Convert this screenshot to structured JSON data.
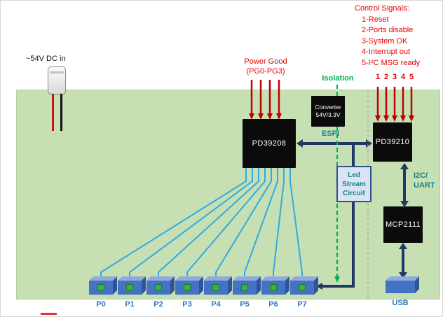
{
  "header": {
    "control_signals_title": "Control Signals:",
    "control_signals": [
      "1-Reset",
      "2-Ports disable",
      "3-System OK",
      "4-Interrupt out",
      "5-I²C MSG ready"
    ],
    "pin_numbers": [
      "1",
      "2",
      "3",
      "4",
      "5"
    ]
  },
  "labels": {
    "dc_in": "~54V DC in",
    "power_good_1": "Power Good",
    "power_good_2": "(PG0-PG3)",
    "isolation": "Isolation",
    "espi": "ESPI",
    "i2c_1": "I2C/",
    "i2c_2": "UART",
    "usb": "USB"
  },
  "blocks": {
    "pd39208": "PD39208",
    "pd39210": "PD39210",
    "mcp2111": "MCP2111",
    "converter_1": "Converter",
    "converter_2": "54V/3.3V",
    "led_1": "Led",
    "led_2": "Stream",
    "led_3": "Circuit"
  },
  "ports": [
    "P0",
    "P1",
    "P2",
    "P3",
    "P4",
    "P5",
    "P6",
    "P7"
  ],
  "colors": {
    "board_green": "#c6e0b4",
    "chip_black": "#0b0b0b",
    "wire_light_blue": "#35a8e0",
    "arrow_navy": "#1f3864",
    "signal_red": "#c00000",
    "text_red": "#e60000",
    "isolation_green": "#00b050",
    "teal_label": "#17808a",
    "port_blue": "#4472c4",
    "port_label_blue": "#2e75b6"
  }
}
